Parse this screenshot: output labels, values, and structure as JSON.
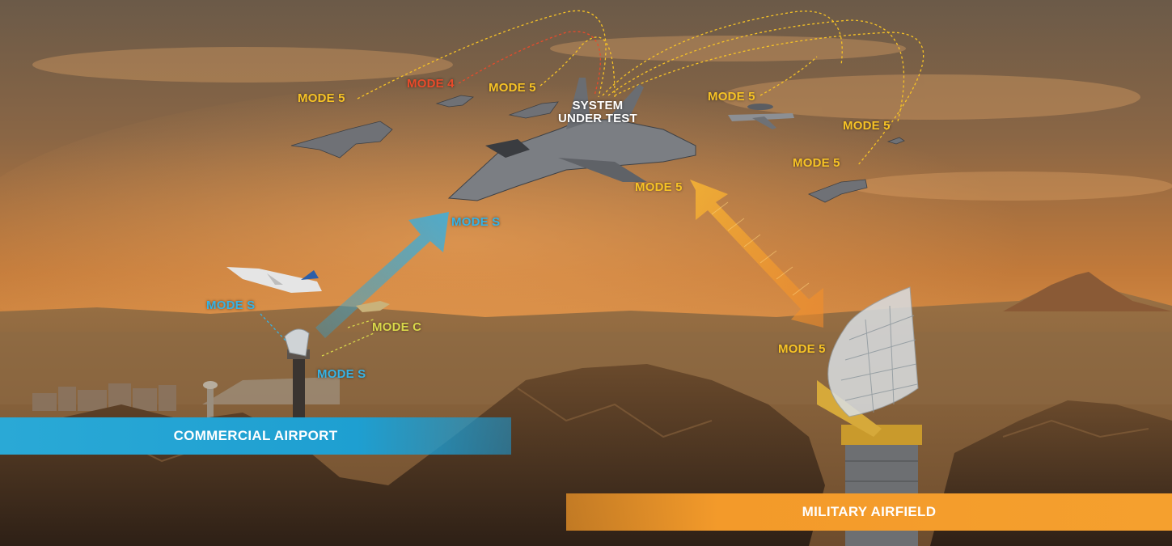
{
  "colors": {
    "mode5": "#f7c325",
    "mode4": "#ea4a2a",
    "modeS": "#36b3e6",
    "modeC": "#d9d84a",
    "white": "#ffffff",
    "commercial_banner": "#1e9fd1",
    "military_banner": "#f39a2a"
  },
  "labels": {
    "mode5_a": "MODE 5",
    "mode4": "MODE 4",
    "mode5_b": "MODE 5",
    "system_line1": "SYSTEM",
    "system_line2": "UNDER TEST",
    "mode5_c": "MODE 5",
    "mode5_d": "MODE 5",
    "mode5_e": "MODE 5",
    "mode5_f": "MODE 5",
    "modeS_top": "MODE S",
    "modeS_left": "MODE S",
    "modeC": "MODE C",
    "modeS_bottom": "MODE S",
    "mode5_ground": "MODE 5"
  },
  "banners": {
    "commercial": "COMMERCIAL AIRPORT",
    "military": "MILITARY AIRFIELD"
  }
}
